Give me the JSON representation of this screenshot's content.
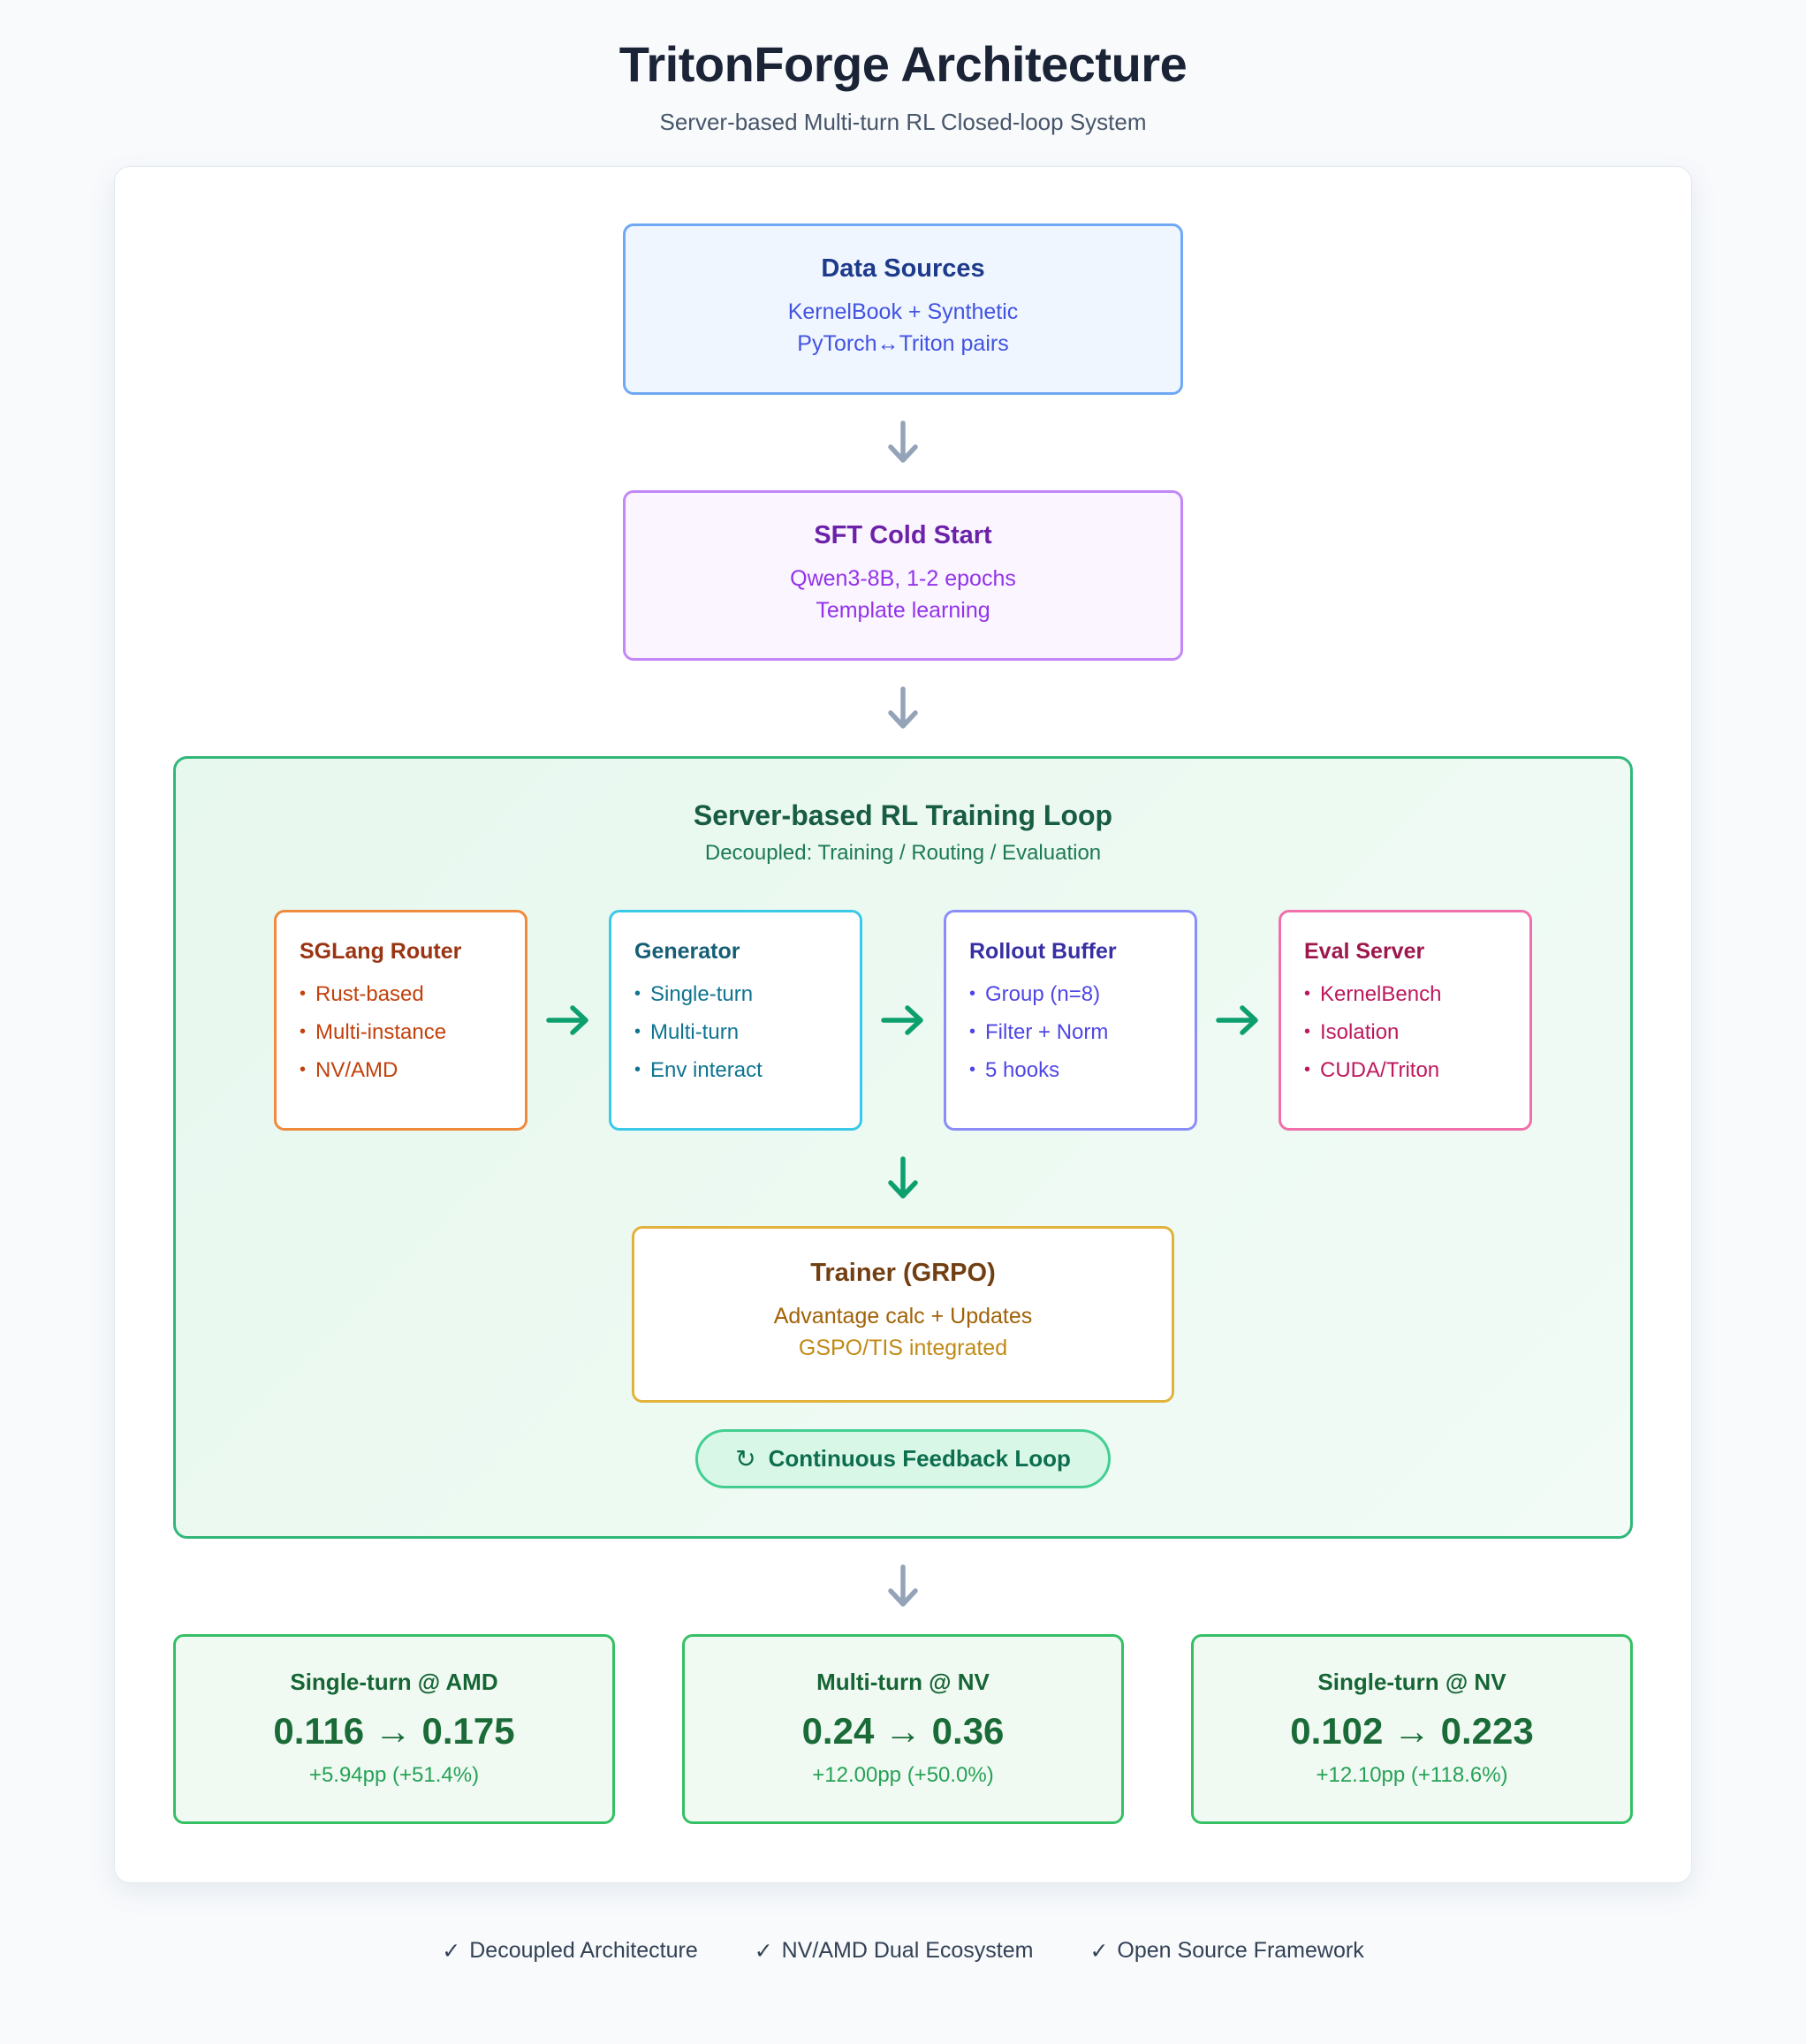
{
  "header": {
    "title": "TritonForge Architecture",
    "subtitle": "Server-based Multi-turn RL Closed-loop System"
  },
  "flow": {
    "data_sources": {
      "title": "Data Sources",
      "line1": "KernelBook + Synthetic",
      "line2": "PyTorch↔Triton pairs"
    },
    "sft": {
      "title": "SFT Cold Start",
      "line1": "Qwen3-8B, 1-2 epochs",
      "line2": "Template learning"
    },
    "rl_loop": {
      "title": "Server-based RL Training Loop",
      "subtitle": "Decoupled: Training / Routing / Evaluation",
      "components": [
        {
          "title": "SGLang Router",
          "items": [
            "Rust-based",
            "Multi-instance",
            "NV/AMD"
          ],
          "accent_color": "#ee8b3d",
          "title_color": "#9a3412",
          "item_color": "#c2410c"
        },
        {
          "title": "Generator",
          "items": [
            "Single-turn",
            "Multi-turn",
            "Env interact"
          ],
          "accent_color": "#3bc9e8",
          "title_color": "#155e75",
          "item_color": "#0e7490"
        },
        {
          "title": "Rollout Buffer",
          "items": [
            "Group (n=8)",
            "Filter + Norm",
            "5 hooks"
          ],
          "accent_color": "#8b8ef8",
          "title_color": "#3730a3",
          "item_color": "#4f46e5"
        },
        {
          "title": "Eval Server",
          "items": [
            "KernelBench",
            "Isolation",
            "CUDA/Triton"
          ],
          "accent_color": "#f170ab",
          "title_color": "#9d174d",
          "item_color": "#be185d"
        }
      ],
      "trainer": {
        "title": "Trainer (GRPO)",
        "line1": "Advantage calc + Updates",
        "line2": "GSPO/TIS integrated"
      },
      "feedback_badge": {
        "icon": "↻",
        "label": "Continuous Feedback Loop"
      }
    },
    "results": [
      {
        "title": "Single-turn @ AMD",
        "value": "0.116 → 0.175",
        "delta": "+5.94pp (+51.4%)"
      },
      {
        "title": "Multi-turn @ NV",
        "value": "0.24 → 0.36",
        "delta": "+12.00pp (+50.0%)"
      },
      {
        "title": "Single-turn @ NV",
        "value": "0.102 → 0.223",
        "delta": "+12.10pp (+118.6%)"
      }
    ]
  },
  "footer": {
    "items": [
      {
        "icon": "✓",
        "label": "Decoupled Architecture"
      },
      {
        "icon": "✓",
        "label": "NV/AMD Dual Ecosystem"
      },
      {
        "icon": "✓",
        "label": "Open Source Framework"
      }
    ]
  },
  "colors": {
    "page_bg": "#f8fafc",
    "card_bg": "#ffffff",
    "data_sources_bg": "#eff6ff",
    "data_sources_border": "#6fa8f4",
    "sft_bg": "#faf5ff",
    "sft_border": "#c487f7",
    "rl_bg": "#ecf9f2",
    "rl_border": "#32b77b",
    "trainer_border": "#e2b33c",
    "feedback_pill_bg": "#d9f7e7",
    "feedback_pill_border": "#43cf91",
    "result_bg": "#f0faf3",
    "result_border": "#36c066",
    "arrow_gray": "#94a3b8",
    "arrow_green": "#0d9f6e"
  }
}
